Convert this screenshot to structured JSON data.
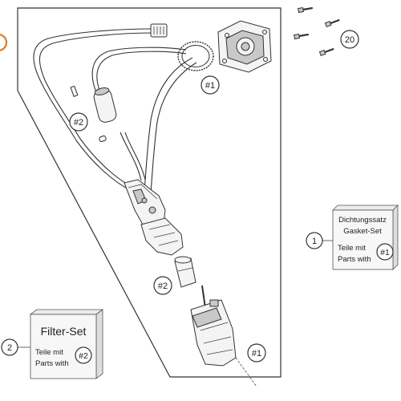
{
  "colors": {
    "accent_ring": "#e07b1f",
    "line": "#333333",
    "box_face": "#f7f7f7"
  },
  "callouts": {
    "hash1_a": "#1",
    "hash1_b": "#1",
    "hash1_c": "#1",
    "hash2_a": "#2",
    "hash2_b": "#2",
    "screws_ref": "20",
    "item_1": "1",
    "item_2": "2"
  },
  "gasket_box": {
    "title_de": "Dichtungssatz",
    "title_en": "Gasket-Set",
    "parts_de": "Teile mit",
    "parts_en": "Parts with",
    "ref": "#1"
  },
  "filter_box": {
    "title": "Filter-Set",
    "parts_de": "Teile mit",
    "parts_en": "Parts with",
    "ref": "#2"
  }
}
